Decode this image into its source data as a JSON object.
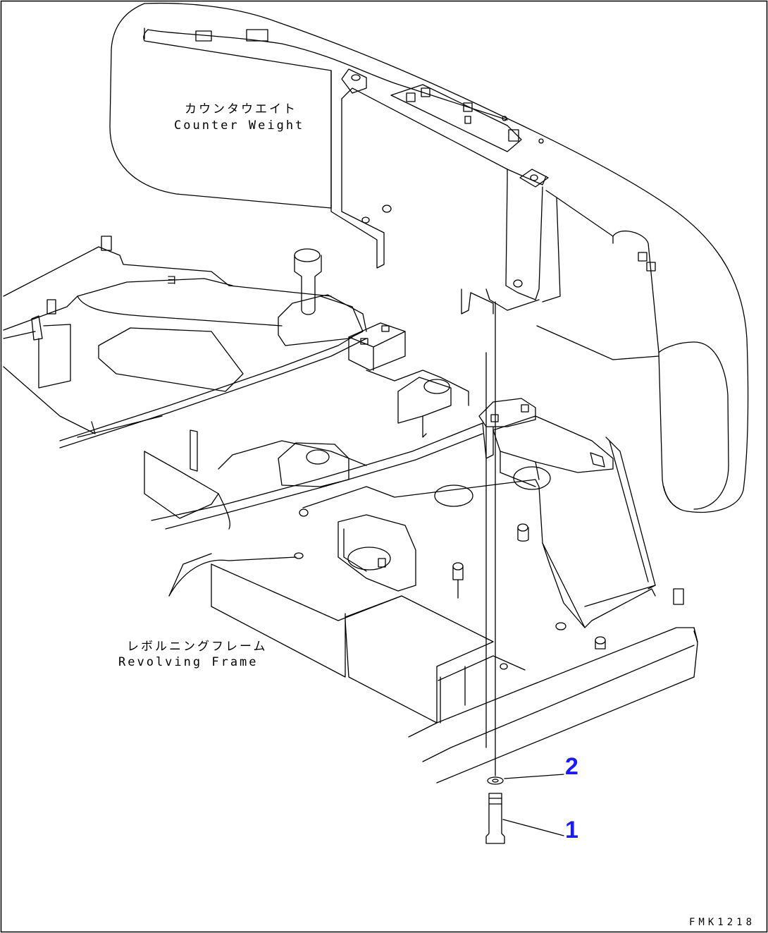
{
  "labels": {
    "counterweight_jp": "カウンタウエイト",
    "counterweight_en": "Counter Weight",
    "revolving_frame_jp": "レボルニングフレーム",
    "revolving_frame_en": "Revolving Frame",
    "small_mark": "ヨ"
  },
  "callouts": [
    {
      "number": "1"
    },
    {
      "number": "2"
    }
  ],
  "figure_code": "FMK1218",
  "colors": {
    "line": "#000000",
    "callout": "#1a1aff",
    "background": "#ffffff"
  }
}
